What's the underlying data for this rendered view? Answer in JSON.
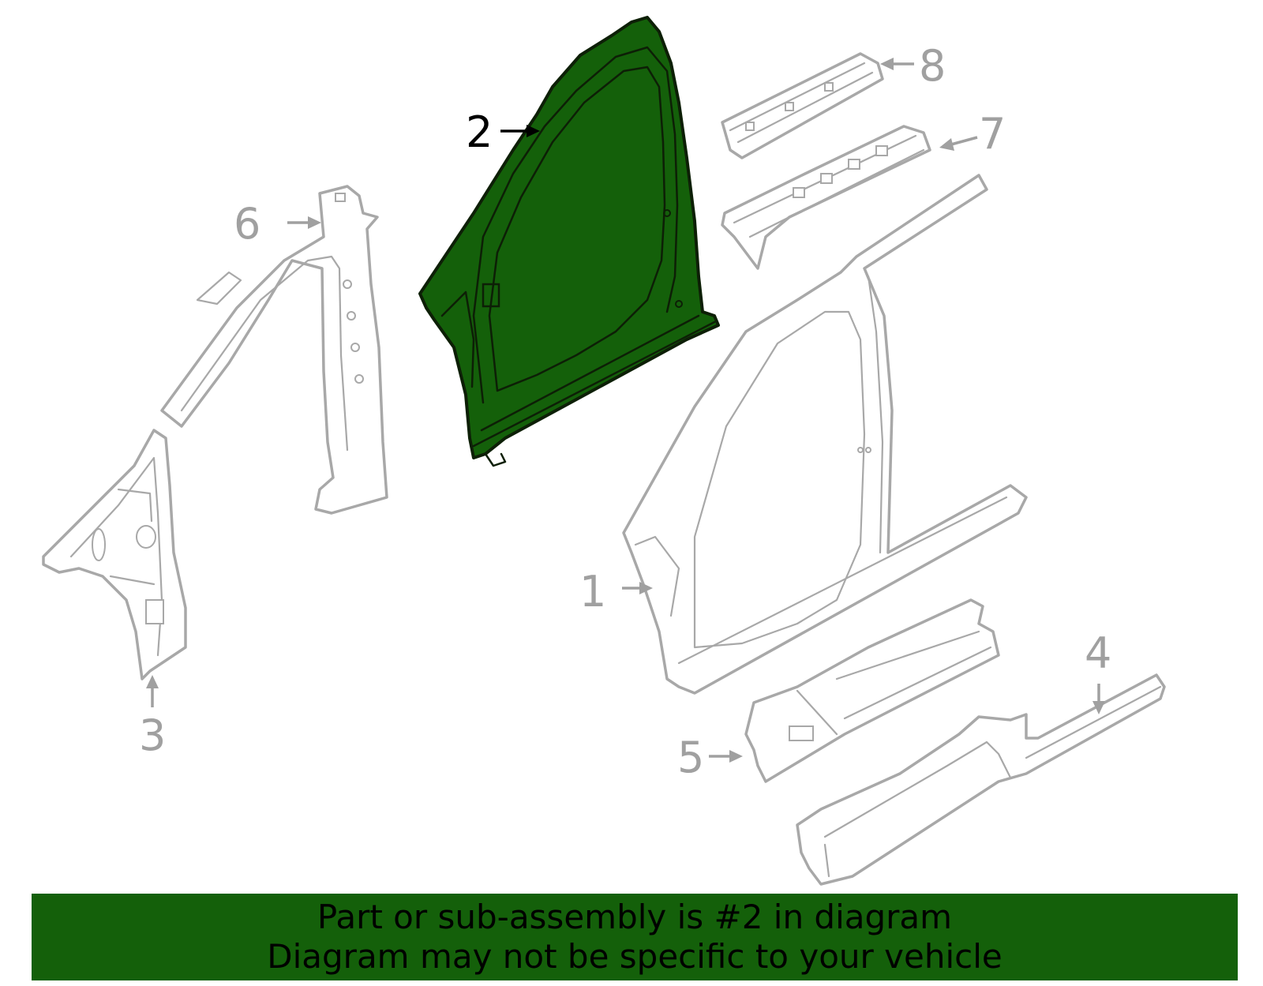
{
  "colors": {
    "highlight_fill": "#14600a",
    "banner_bg": "#14600a",
    "part_outline": "#a8a8a8",
    "callout_inactive": "#a0a0a0",
    "callout_active": "#000000"
  },
  "highlighted_part": "2",
  "callouts": [
    {
      "id": "1",
      "label": "1"
    },
    {
      "id": "2",
      "label": "2"
    },
    {
      "id": "3",
      "label": "3"
    },
    {
      "id": "4",
      "label": "4"
    },
    {
      "id": "5",
      "label": "5"
    },
    {
      "id": "6",
      "label": "6"
    },
    {
      "id": "7",
      "label": "7"
    },
    {
      "id": "8",
      "label": "8"
    }
  ],
  "banner": {
    "line1": "Part or sub-assembly is #2 in diagram",
    "line2": "Diagram may not be specific to your vehicle"
  }
}
